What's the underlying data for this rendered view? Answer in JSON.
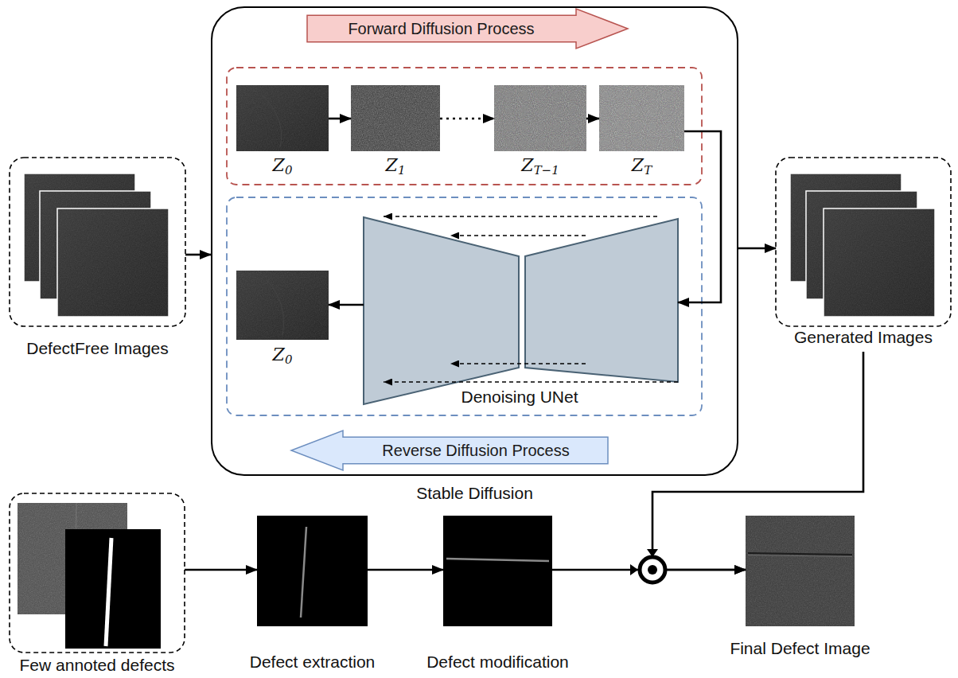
{
  "diagram": {
    "nodes": [
      {
        "text": [
          "DefectFree Images"
        ]
      },
      {
        "text": [
          "Stable Diffusion"
        ]
      },
      {
        "text": [
          "Forward Diffusion Process"
        ],
        "in": 1
      },
      {
        "text": [
          "Z0"
        ],
        "in": 1
      },
      {
        "text": [
          "Z1"
        ],
        "in": 1
      },
      {
        "text": [
          "ZT−1"
        ],
        "in": 1
      },
      {
        "text": [
          "ZT"
        ],
        "in": 1
      },
      {
        "text": [
          "Z0"
        ],
        "in": 1
      },
      {
        "text": [
          "Denoising UNet"
        ],
        "in": 1
      },
      {
        "text": [
          "Reverse Diffusion Process"
        ],
        "in": 1
      },
      {
        "text": [
          "Generated Images"
        ]
      },
      {
        "text": [
          "Few annoted defects"
        ]
      },
      {
        "text": [
          "Defect extraction"
        ]
      },
      {
        "text": [
          "Defect modification"
        ]
      },
      {
        "text": [
          "Final Defect Image"
        ]
      }
    ],
    "edges": [
      {
        "from": 0,
        "to": 1,
        "arrow": "to"
      },
      {
        "from": 3,
        "to": 4,
        "arrow": "to"
      },
      {
        "from": 4,
        "to": 5,
        "arrow": "to"
      },
      {
        "from": 5,
        "to": 6,
        "arrow": "to"
      },
      {
        "from": 6,
        "to": 8,
        "arrow": "to"
      },
      {
        "from": 8,
        "to": 7,
        "arrow": "to"
      },
      {
        "from": 1,
        "to": 10,
        "arrow": "to"
      },
      {
        "from": 10,
        "to": 14,
        "arrow": "to"
      },
      {
        "from": 11,
        "to": 12,
        "arrow": "to"
      },
      {
        "from": 12,
        "to": 13,
        "arrow": "to"
      },
      {
        "from": 13,
        "to": 14,
        "arrow": "to"
      }
    ]
  }
}
